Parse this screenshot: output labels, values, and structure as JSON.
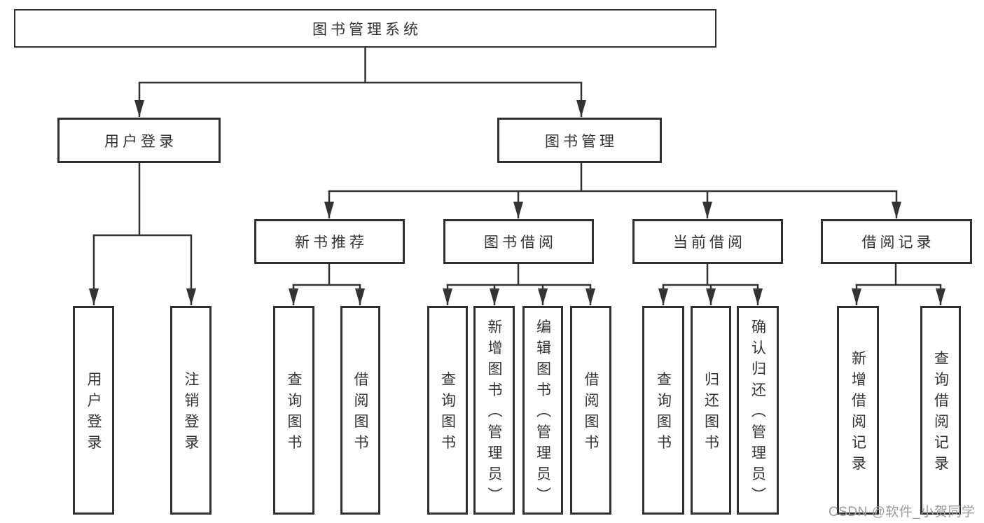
{
  "diagram_title": "图书管理系统",
  "tree": {
    "label": "图书管理系统",
    "children": [
      {
        "label": "用户登录",
        "children": [
          {
            "label": "用户登录"
          },
          {
            "label": "注销登录"
          }
        ]
      },
      {
        "label": "图书管理",
        "children": [
          {
            "label": "新书推荐",
            "children": [
              {
                "label": "查询图书"
              },
              {
                "label": "借阅图书"
              }
            ]
          },
          {
            "label": "图书借阅",
            "children": [
              {
                "label": "查询图书"
              },
              {
                "label": "新增图书（管理员）"
              },
              {
                "label": "编辑图书（管理员）"
              },
              {
                "label": "借阅图书"
              }
            ]
          },
          {
            "label": "当前借阅",
            "children": [
              {
                "label": "查询图书"
              },
              {
                "label": "归还图书"
              },
              {
                "label": "确认归还（管理员）"
              }
            ]
          },
          {
            "label": "借阅记录",
            "children": [
              {
                "label": "新增借阅记录"
              },
              {
                "label": "查询借阅记录"
              }
            ]
          }
        ]
      }
    ]
  },
  "watermark": {
    "text": "CSDN @软件_小贺同学",
    "color": "#9b9b9b"
  },
  "colors": {
    "background": "#ffffff",
    "box_border": "#2f2f2f",
    "connector_line": "#333333",
    "text": "#333333"
  }
}
